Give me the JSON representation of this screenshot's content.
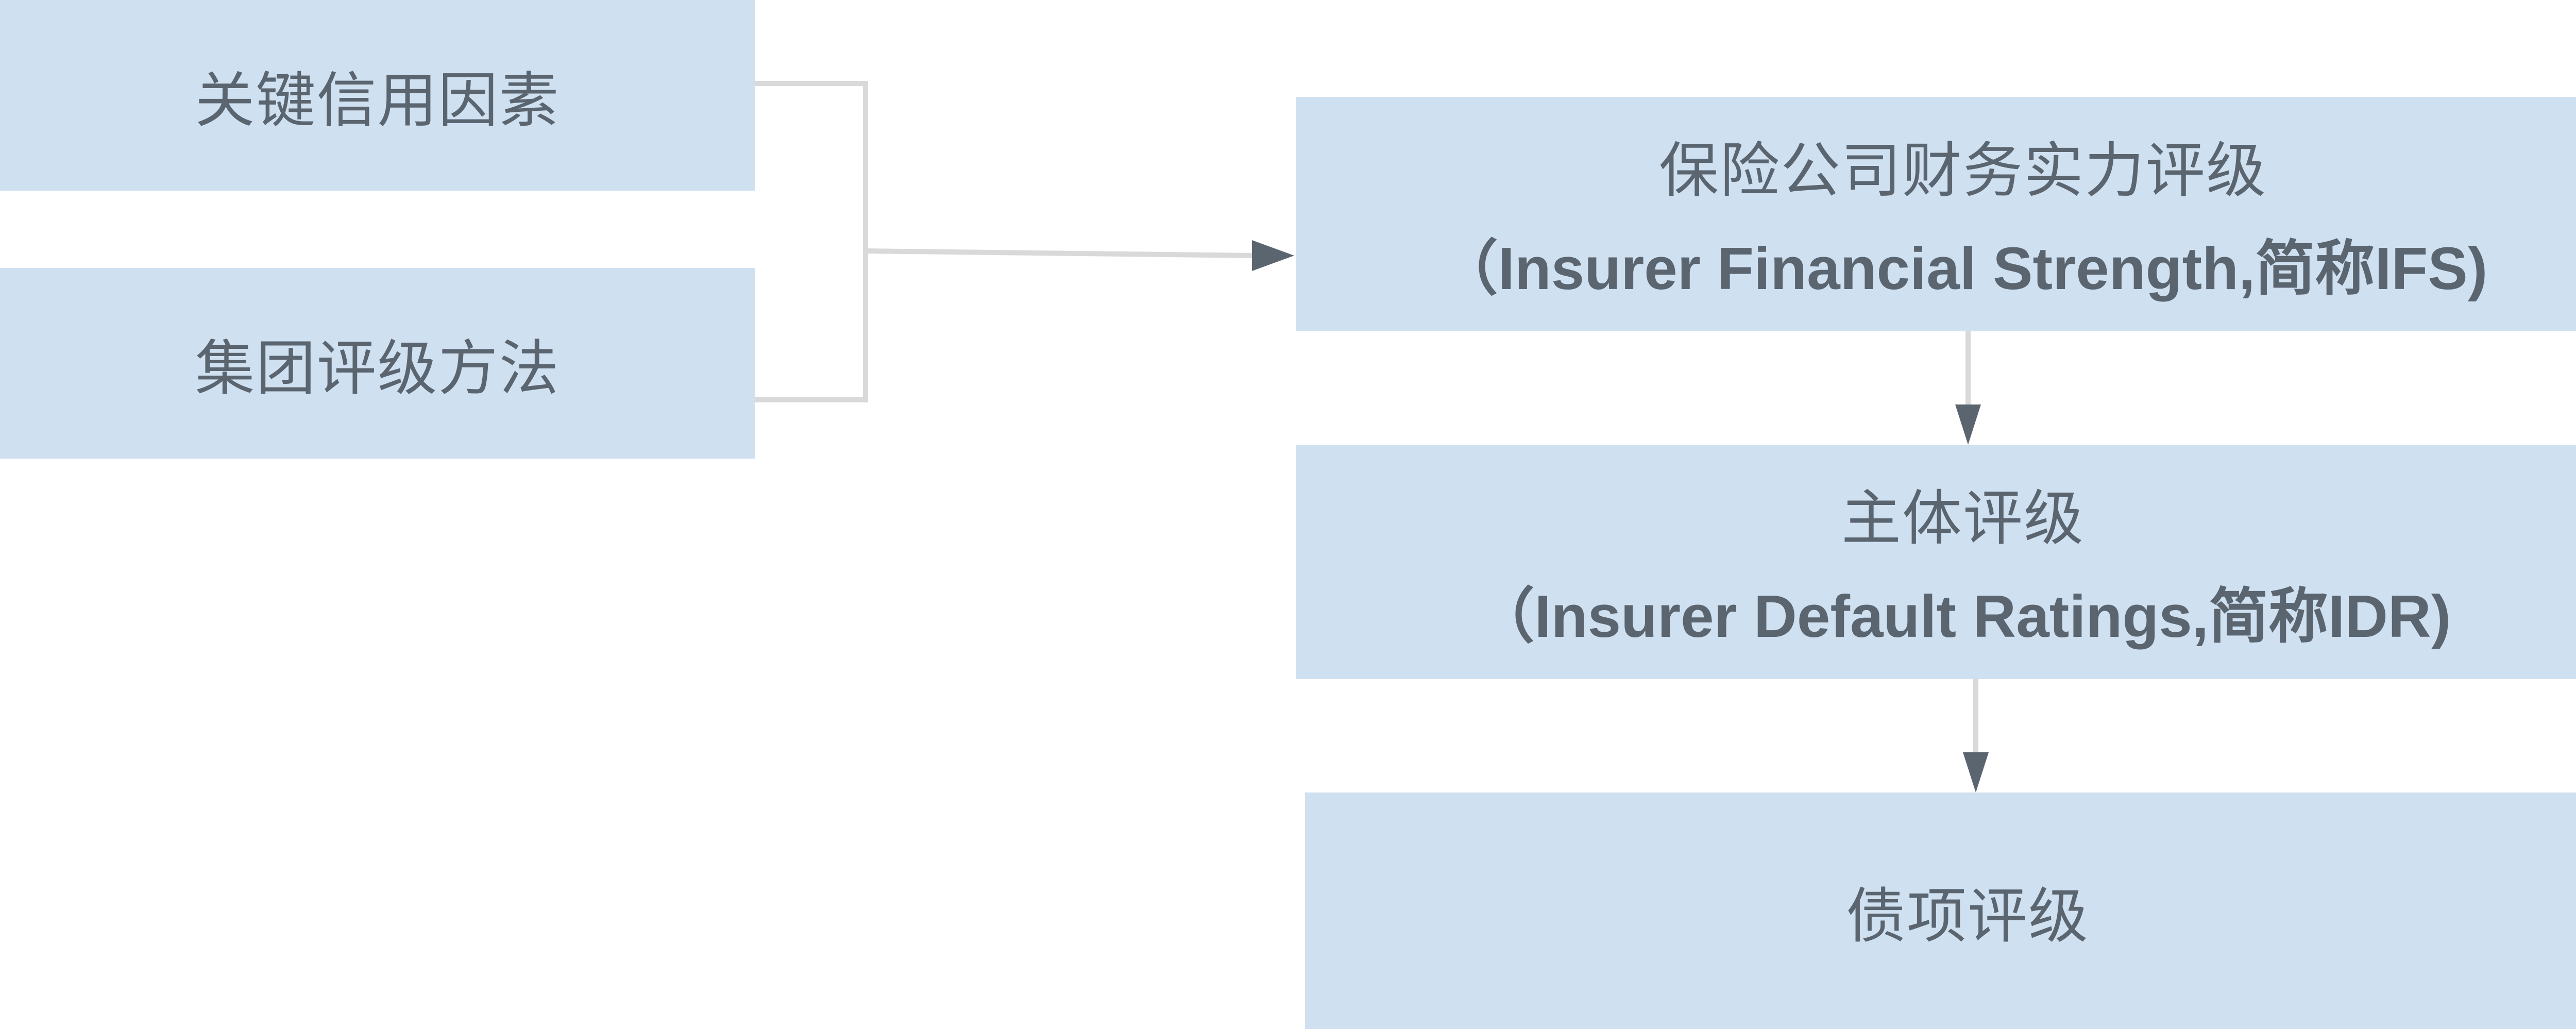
{
  "nodes": {
    "key_credit_factors": {
      "label": "关键信用因素"
    },
    "group_rating_method": {
      "label": "集团评级方法"
    },
    "ifs_rating": {
      "label": "保险公司财务实力评级",
      "sublabel": "（Insurer Financial Strength,简称IFS)"
    },
    "idr_rating": {
      "label": "主体评级",
      "sublabel": "（Insurer Default Ratings,简称IDR)"
    },
    "debt_rating": {
      "label": "债项评级"
    }
  },
  "colors": {
    "box_fill": "#cfe0f1",
    "text": "#5a6570",
    "connector": "#d9d9d9",
    "arrowhead": "#5a6570"
  }
}
